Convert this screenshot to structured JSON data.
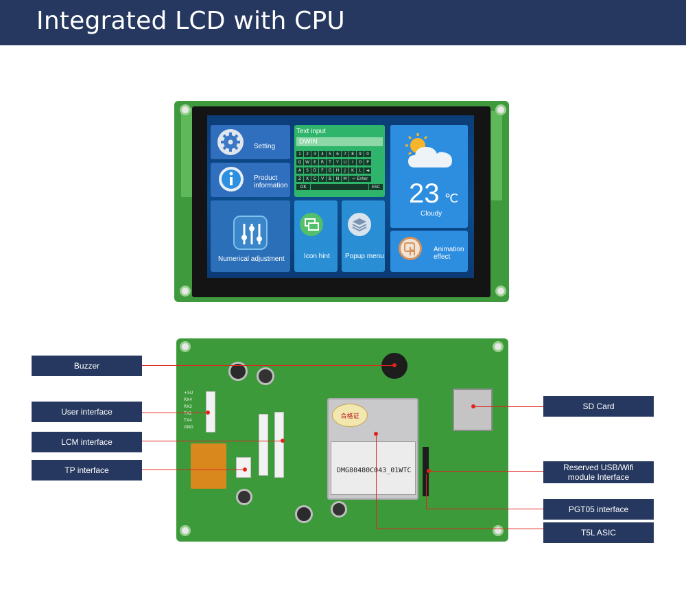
{
  "header": {
    "title": "Integrated LCD with CPU"
  },
  "screen": {
    "setting": "Setting",
    "product": "Product information",
    "text_input_title": "Text input",
    "text_input_value": "DWIN",
    "keyboard_rows": [
      [
        "1",
        "2",
        "3",
        "4",
        "5",
        "6",
        "7",
        "8",
        "9",
        "0"
      ],
      [
        "Q",
        "W",
        "E",
        "R",
        "T",
        "Y",
        "U",
        "I",
        "O",
        "P"
      ],
      [
        "A",
        "S",
        "D",
        "F",
        "G",
        "H",
        "J",
        "K",
        "L",
        "◄"
      ],
      [
        "Z",
        "X",
        "C",
        "V",
        "B",
        "N",
        "M",
        "↵ Enter"
      ]
    ],
    "key_ok": "OK",
    "key_esc": "ESC",
    "temperature": "23",
    "temp_unit": "℃",
    "weather": "Cloudy",
    "numerical": "Numerical adjustment",
    "icon_hint": "Icon hint",
    "popup": "Popup menu",
    "animation": "Animation effect"
  },
  "board": {
    "chip_text": "DMG80480C043_01WTC",
    "chip_cert": "合格证",
    "pin_labels": [
      "+5U",
      "RX4",
      "RX2",
      "TX2",
      "TX4",
      "GND"
    ]
  },
  "callouts": {
    "buzzer": "Buzzer",
    "user_interface": "User interface",
    "lcm_interface": "LCM interface",
    "tp_interface": "TP interface",
    "sd_card": "SD Card",
    "usb_wifi": "Reserved USB/Wifi module Interface",
    "pgt05": "PGT05 interface",
    "t5l": "T5L ASIC"
  },
  "colors": {
    "header": "#26385f",
    "pcb": "#3d9a3b",
    "callout_line": "#e0261c"
  }
}
